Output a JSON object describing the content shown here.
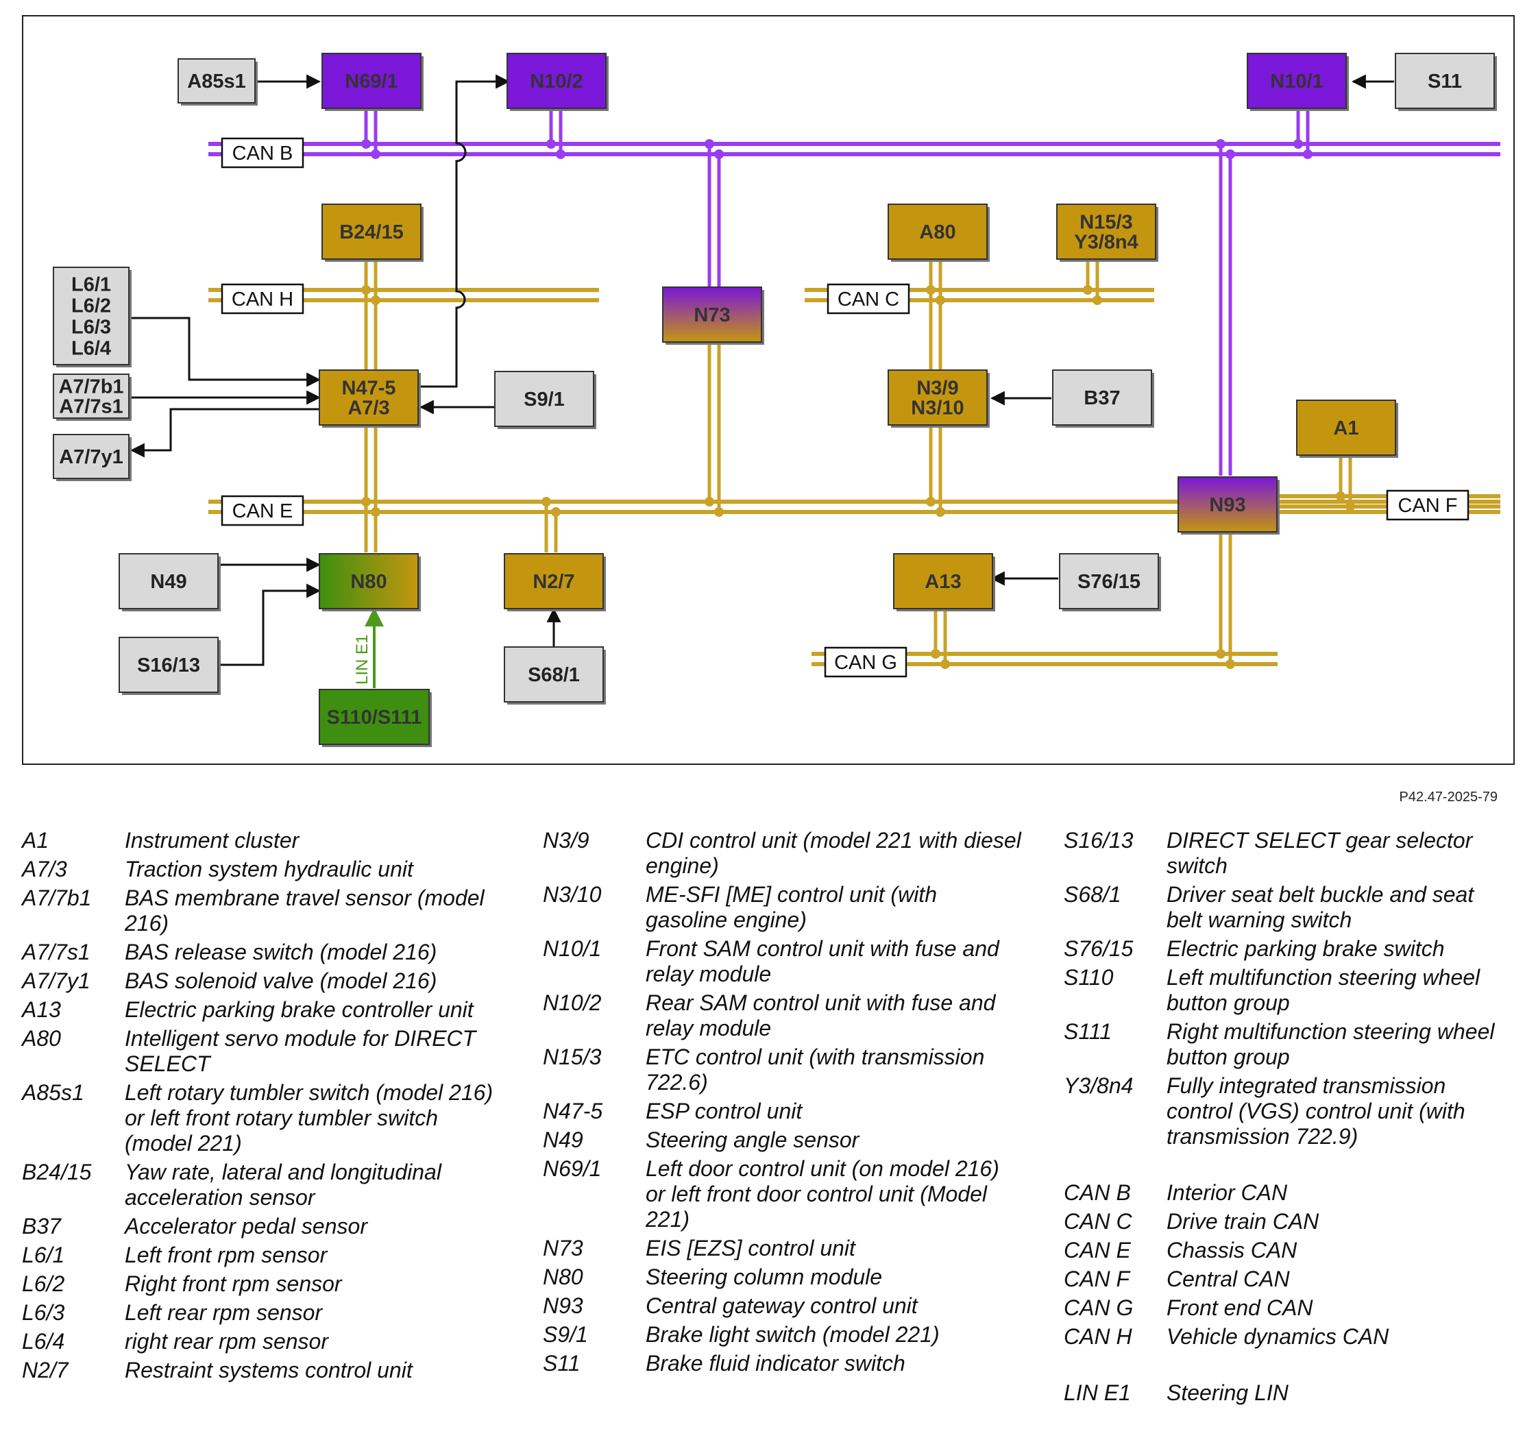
{
  "figure_ref": "P42.47-2025-79",
  "colors": {
    "can_b": "#9a3cf0",
    "can_other": "#c9a227",
    "box_purple": "#7b17d9",
    "box_gold": "#c4960f",
    "box_grey": "#d9d9d9",
    "box_green": "#3e8f10",
    "lin": "#4d9a1a"
  },
  "buses": [
    {
      "id": "bus-can-b",
      "label": "CAN B"
    },
    {
      "id": "bus-can-h",
      "label": "CAN H"
    },
    {
      "id": "bus-can-c",
      "label": "CAN C"
    },
    {
      "id": "bus-can-e",
      "label": "CAN E"
    },
    {
      "id": "bus-can-f",
      "label": "CAN F"
    },
    {
      "id": "bus-can-g",
      "label": "CAN G"
    }
  ],
  "lin_label": "LIN E1",
  "components": [
    {
      "id": "A85s1",
      "lines": [
        "A85s1"
      ],
      "style": "grey"
    },
    {
      "id": "N69/1",
      "lines": [
        "N69/1"
      ],
      "style": "purple"
    },
    {
      "id": "N10/2",
      "lines": [
        "N10/2"
      ],
      "style": "purple"
    },
    {
      "id": "N10/1",
      "lines": [
        "N10/1"
      ],
      "style": "purple"
    },
    {
      "id": "S11",
      "lines": [
        "S11"
      ],
      "style": "grey"
    },
    {
      "id": "B24/15",
      "lines": [
        "B24/15"
      ],
      "style": "gold"
    },
    {
      "id": "A80",
      "lines": [
        "A80"
      ],
      "style": "gold"
    },
    {
      "id": "N15/3",
      "lines": [
        "N15/3",
        "Y3/8n4"
      ],
      "style": "gold"
    },
    {
      "id": "L6",
      "lines": [
        "L6/1",
        "L6/2",
        "L6/3",
        "L6/4"
      ],
      "style": "grey"
    },
    {
      "id": "N73",
      "lines": [
        "N73"
      ],
      "style": "grad-purple-gold"
    },
    {
      "id": "A7/7b1",
      "lines": [
        "A7/7b1",
        "A7/7s1"
      ],
      "style": "grey"
    },
    {
      "id": "N47-5",
      "lines": [
        "N47-5",
        "A7/3"
      ],
      "style": "gold"
    },
    {
      "id": "S9/1",
      "lines": [
        "S9/1"
      ],
      "style": "grey"
    },
    {
      "id": "N3/9",
      "lines": [
        "N3/9",
        "N3/10"
      ],
      "style": "gold"
    },
    {
      "id": "B37",
      "lines": [
        "B37"
      ],
      "style": "grey"
    },
    {
      "id": "A7/7y1",
      "lines": [
        "A7/7y1"
      ],
      "style": "grey"
    },
    {
      "id": "A1",
      "lines": [
        "A1"
      ],
      "style": "gold"
    },
    {
      "id": "N93",
      "lines": [
        "N93"
      ],
      "style": "grad-purple-gold"
    },
    {
      "id": "N49",
      "lines": [
        "N49"
      ],
      "style": "grey"
    },
    {
      "id": "N80",
      "lines": [
        "N80"
      ],
      "style": "grad-green-gold"
    },
    {
      "id": "N2/7",
      "lines": [
        "N2/7"
      ],
      "style": "gold"
    },
    {
      "id": "A13",
      "lines": [
        "A13"
      ],
      "style": "gold"
    },
    {
      "id": "S76/15",
      "lines": [
        "S76/15"
      ],
      "style": "grey"
    },
    {
      "id": "S16/13",
      "lines": [
        "S16/13"
      ],
      "style": "grey"
    },
    {
      "id": "S68/1",
      "lines": [
        "S68/1"
      ],
      "style": "grey"
    },
    {
      "id": "S110/S111",
      "lines": [
        "S110/S111"
      ],
      "style": "green"
    }
  ],
  "legend": [
    [
      {
        "code": "A1",
        "desc": "Instrument cluster"
      },
      {
        "code": "A7/3",
        "desc": "Traction system hydraulic unit"
      },
      {
        "code": "A7/7b1",
        "desc": "BAS membrane travel sensor (model 216)"
      },
      {
        "code": "A7/7s1",
        "desc": "BAS release switch (model 216)"
      },
      {
        "code": "A7/7y1",
        "desc": "BAS solenoid valve (model 216)"
      },
      {
        "code": "A13",
        "desc": "Electric parking brake controller unit"
      },
      {
        "code": "A80",
        "desc": "Intelligent servo module for DIRECT SELECT"
      },
      {
        "code": "A85s1",
        "desc": "Left rotary tumbler switch (model 216) or left front rotary tumbler switch (model 221)"
      },
      {
        "code": "B24/15",
        "desc": "Yaw rate, lateral and longitudinal acceleration sensor"
      },
      {
        "code": "B37",
        "desc": "Accelerator pedal sensor"
      },
      {
        "code": "L6/1",
        "desc": "Left front rpm sensor"
      },
      {
        "code": "L6/2",
        "desc": "Right front rpm sensor"
      },
      {
        "code": "L6/3",
        "desc": "Left rear rpm sensor"
      },
      {
        "code": "L6/4",
        "desc": "right rear rpm sensor"
      },
      {
        "code": "N2/7",
        "desc": "Restraint systems control unit"
      }
    ],
    [
      {
        "code": "N3/9",
        "desc": "CDI control unit (model 221 with diesel engine)"
      },
      {
        "code": "N3/10",
        "desc": "ME-SFI [ME] control unit (with gasoline engine)"
      },
      {
        "code": "N10/1",
        "desc": "Front SAM control unit with fuse and relay module"
      },
      {
        "code": "N10/2",
        "desc": "Rear SAM control unit with fuse and relay module"
      },
      {
        "code": "N15/3",
        "desc": "ETC control unit (with transmission 722.6)"
      },
      {
        "code": "N47-5",
        "desc": "ESP control unit"
      },
      {
        "code": "N49",
        "desc": "Steering angle sensor"
      },
      {
        "code": "N69/1",
        "desc": "Left door control unit (on model 216) or left front door control unit (Model 221)"
      },
      {
        "code": "N73",
        "desc": "EIS [EZS] control unit"
      },
      {
        "code": "N80",
        "desc": "Steering column module"
      },
      {
        "code": "N93",
        "desc": "Central gateway control unit"
      },
      {
        "code": "S9/1",
        "desc": "Brake light switch (model 221)"
      },
      {
        "code": "S11",
        "desc": "Brake fluid indicator switch"
      }
    ],
    [
      {
        "code": "S16/13",
        "desc": "DIRECT SELECT gear selector switch"
      },
      {
        "code": "S68/1",
        "desc": "Driver seat belt buckle and seat belt warning switch"
      },
      {
        "code": "S76/15",
        "desc": "Electric parking brake switch"
      },
      {
        "code": "S110",
        "desc": "Left multifunction steering wheel button group"
      },
      {
        "code": "S111",
        "desc": "Right multifunction steering wheel button group"
      },
      {
        "code": "Y3/8n4",
        "desc": "Fully integrated transmission control (VGS) control unit (with transmission 722.9)"
      },
      {
        "code": "",
        "desc": ""
      },
      {
        "code": "CAN B",
        "desc": "Interior CAN"
      },
      {
        "code": "CAN C",
        "desc": "Drive train CAN"
      },
      {
        "code": "CAN E",
        "desc": "Chassis CAN"
      },
      {
        "code": "CAN F",
        "desc": "Central CAN"
      },
      {
        "code": "CAN G",
        "desc": "Front end CAN"
      },
      {
        "code": "CAN H",
        "desc": "Vehicle dynamics CAN"
      },
      {
        "code": "",
        "desc": ""
      },
      {
        "code": "LIN E1",
        "desc": "Steering LIN"
      }
    ]
  ]
}
